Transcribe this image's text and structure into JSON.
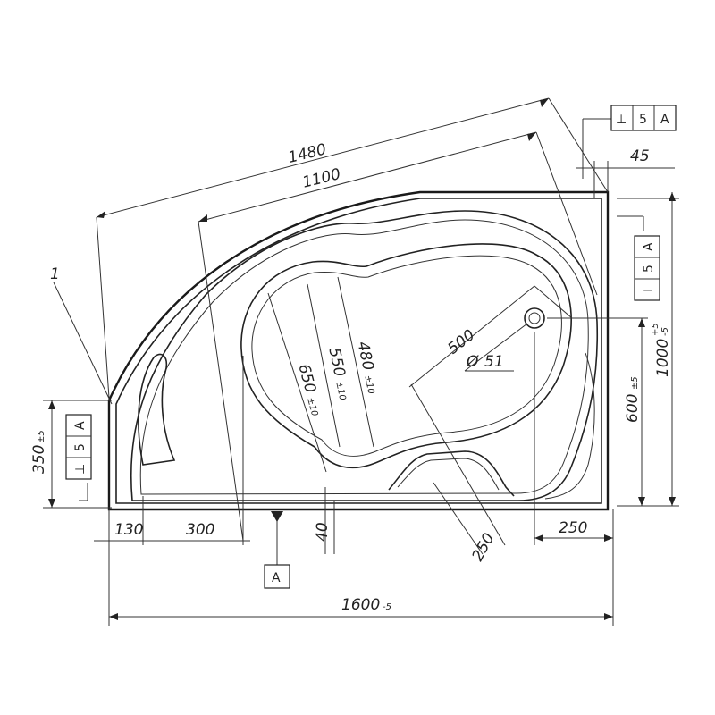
{
  "labels": {
    "part_number": "1",
    "datum": "A",
    "phi_symbol": "Ø",
    "perp_symbol": "⊥"
  },
  "dimensions": {
    "d1480": "1480",
    "d1100": "1100",
    "d45": "45",
    "d500": "500",
    "d51": "51",
    "d650": "650",
    "d550": "550",
    "d480": "480",
    "d600": "600",
    "d1000": "1000",
    "d350": "350",
    "d130": "130",
    "d300": "300",
    "d40": "40",
    "d250_bottom": "250",
    "d250_diag": "250",
    "d1600": "1600"
  },
  "tolerances": {
    "t650": "±10",
    "t550": "±10",
    "t480": "±10",
    "t600": "±5",
    "t1000": "-5",
    "t1000_top": "+5",
    "t350": "±5",
    "t1600": "-5"
  },
  "tolerance_frames": [
    {
      "symbol": "⊥",
      "value": "5",
      "datum": "A"
    },
    {
      "symbol": "⊥",
      "value": "5",
      "datum": "A"
    },
    {
      "symbol": "⊥",
      "value": "5",
      "datum": "A"
    }
  ]
}
